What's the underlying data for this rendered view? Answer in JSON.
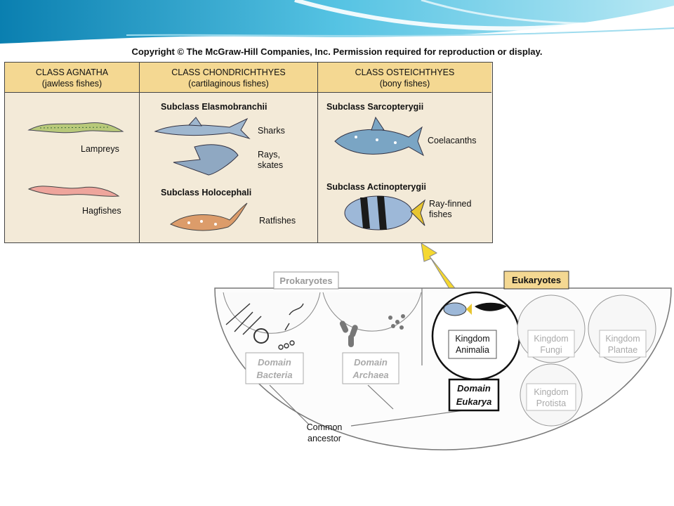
{
  "copyright": "Copyright © The McGraw-Hill Companies, Inc. Permission required for reproduction or display.",
  "classes": [
    {
      "title": "CLASS AGNATHA",
      "subtitle": "(jawless fishes)",
      "items": [
        "Lampreys",
        "Hagfishes"
      ]
    },
    {
      "title": "CLASS CHONDRICHTHYES",
      "subtitle": "(cartilaginous fishes)",
      "subclasses": [
        {
          "name": "Subclass Elasmobranchii",
          "items": [
            "Sharks",
            "Rays,\nskates"
          ]
        },
        {
          "name": "Subclass Holocephali",
          "items": [
            "Ratfishes"
          ]
        }
      ]
    },
    {
      "title": "CLASS OSTEICHTHYES",
      "subtitle": "(bony fishes)",
      "subclasses": [
        {
          "name": "Subclass Sarcopterygii",
          "items": [
            "Coelacanths"
          ]
        },
        {
          "name": "Subclass Actinopterygii",
          "items": [
            "Ray-finned\nfishes"
          ]
        }
      ]
    }
  ],
  "tree": {
    "prokaryotes": "Prokaryotes",
    "eukaryotes": "Eukaryotes",
    "bacteria": [
      "Domain",
      "Bacteria"
    ],
    "archaea": [
      "Domain",
      "Archaea"
    ],
    "eukarya": [
      "Domain",
      "Eukarya"
    ],
    "animalia": [
      "Kingdom",
      "Animalia"
    ],
    "fungi": [
      "Kingdom",
      "Fungi"
    ],
    "plantae": [
      "Kingdom",
      "Plantae"
    ],
    "protista": [
      "Kingdom",
      "Protista"
    ],
    "ancestor": [
      "Common",
      "ancestor"
    ]
  },
  "colors": {
    "header": "#f4d892",
    "table_bg": "#f3ead8",
    "arrow": "#f5d830",
    "banner": "#5ec8e0"
  }
}
